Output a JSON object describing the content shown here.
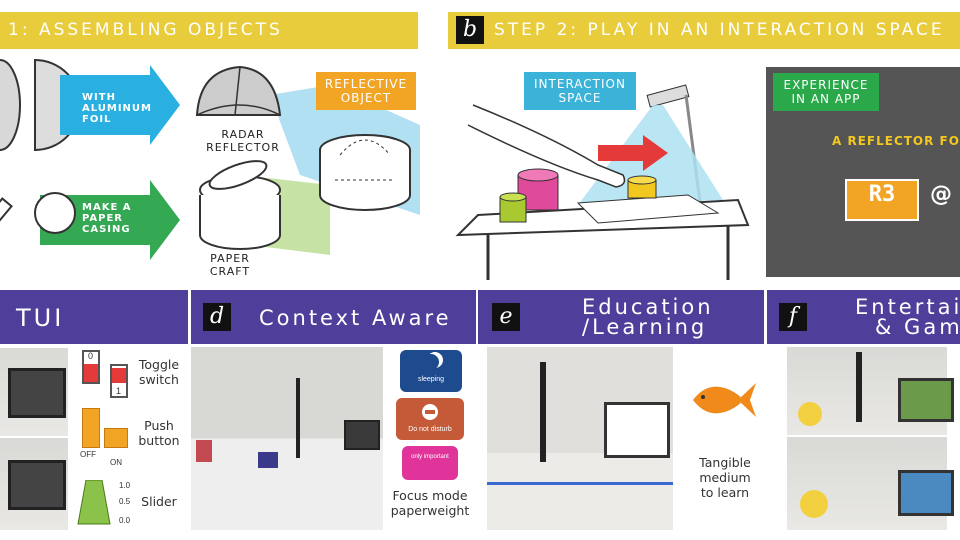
{
  "step1": {
    "title": "1: ASSEMBLING OBJECTS"
  },
  "step2": {
    "letter": "b",
    "title": "STEP 2: PLAY IN AN INTERACTION SPACE"
  },
  "assembly": {
    "arrow_top": [
      "WITH",
      "ALUMINUM",
      "FOIL"
    ],
    "arrow_bottom": [
      "MAKE A",
      "PAPER",
      "CASING"
    ],
    "radar_label": [
      "RADAR",
      "REFLECTOR"
    ],
    "paper_label": [
      "PAPER",
      "CRAFT"
    ],
    "reflective_tag": [
      "REFLECTIVE",
      "OBJECT"
    ]
  },
  "interaction": {
    "space_tag": [
      "INTERACTION",
      "SPACE"
    ],
    "app_tag": [
      "EXPERIENCE",
      "IN AN APP"
    ],
    "found_text": "A REFLECTOR FOU",
    "r3_label": "R3",
    "at_sign": "@"
  },
  "panels": {
    "c": {
      "title": "TUI",
      "toggle": [
        "Toggle",
        "switch"
      ],
      "push": [
        "Push",
        "button"
      ],
      "slider": "Slider",
      "toggle_off": "0",
      "toggle_on": "1",
      "push_off": "OFF",
      "push_on": "ON",
      "ticks": [
        "1.0",
        "0.5",
        "0.0"
      ]
    },
    "d": {
      "letter": "d",
      "title": "Context Aware",
      "badges": [
        "sleeping",
        "Do not disturb",
        "only important"
      ],
      "caption": [
        "Focus mode",
        "paperweight"
      ]
    },
    "e": {
      "letter": "e",
      "title": [
        "Education",
        "/Learning"
      ],
      "caption": [
        "Tangible",
        "medium",
        "to learn"
      ]
    },
    "f": {
      "letter": "f",
      "title": [
        "Entertain",
        "& Gami"
      ]
    }
  },
  "colors": {
    "yellow": "#e8cc3c",
    "purple": "#4f3f9b",
    "cyan": "#3bb3d8",
    "green": "#2aa84a",
    "orange": "#f2a524",
    "red": "#e53a3a"
  }
}
